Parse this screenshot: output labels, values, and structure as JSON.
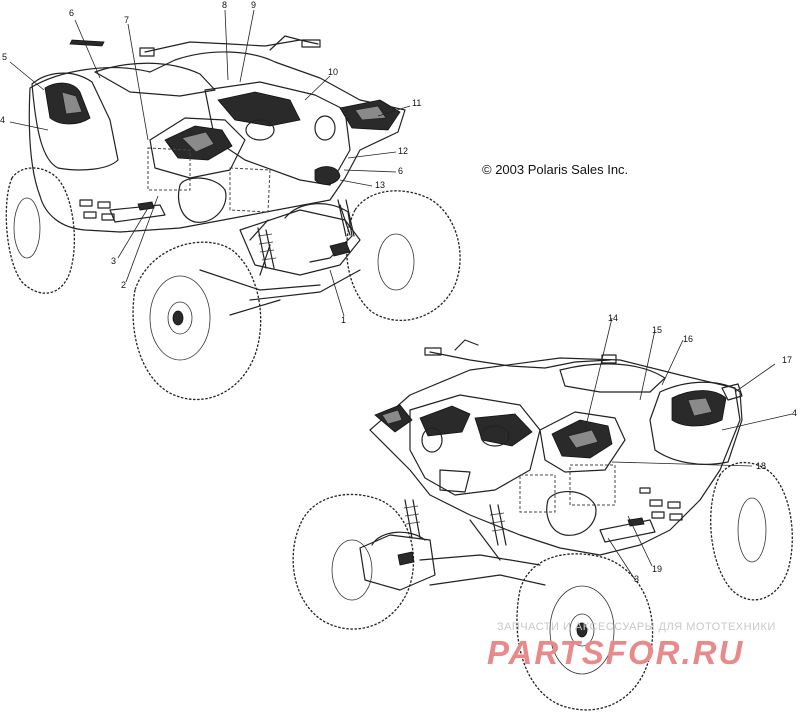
{
  "copyright": "© 2003 Polaris Sales Inc.",
  "watermark": {
    "subtitle": "ЗАПЧАСТИ И АКСЕССУАРЫ ДЛЯ МОТОТЕХНИКИ",
    "brand": "PARTSFOR.RU"
  },
  "callouts_top": [
    "6",
    "7",
    "8",
    "9",
    "5",
    "10",
    "4",
    "11",
    "12",
    "6",
    "13",
    "3",
    "2",
    "1"
  ],
  "callouts_bottom": [
    "14",
    "15",
    "16",
    "17",
    "4",
    "18",
    "19",
    "3"
  ]
}
